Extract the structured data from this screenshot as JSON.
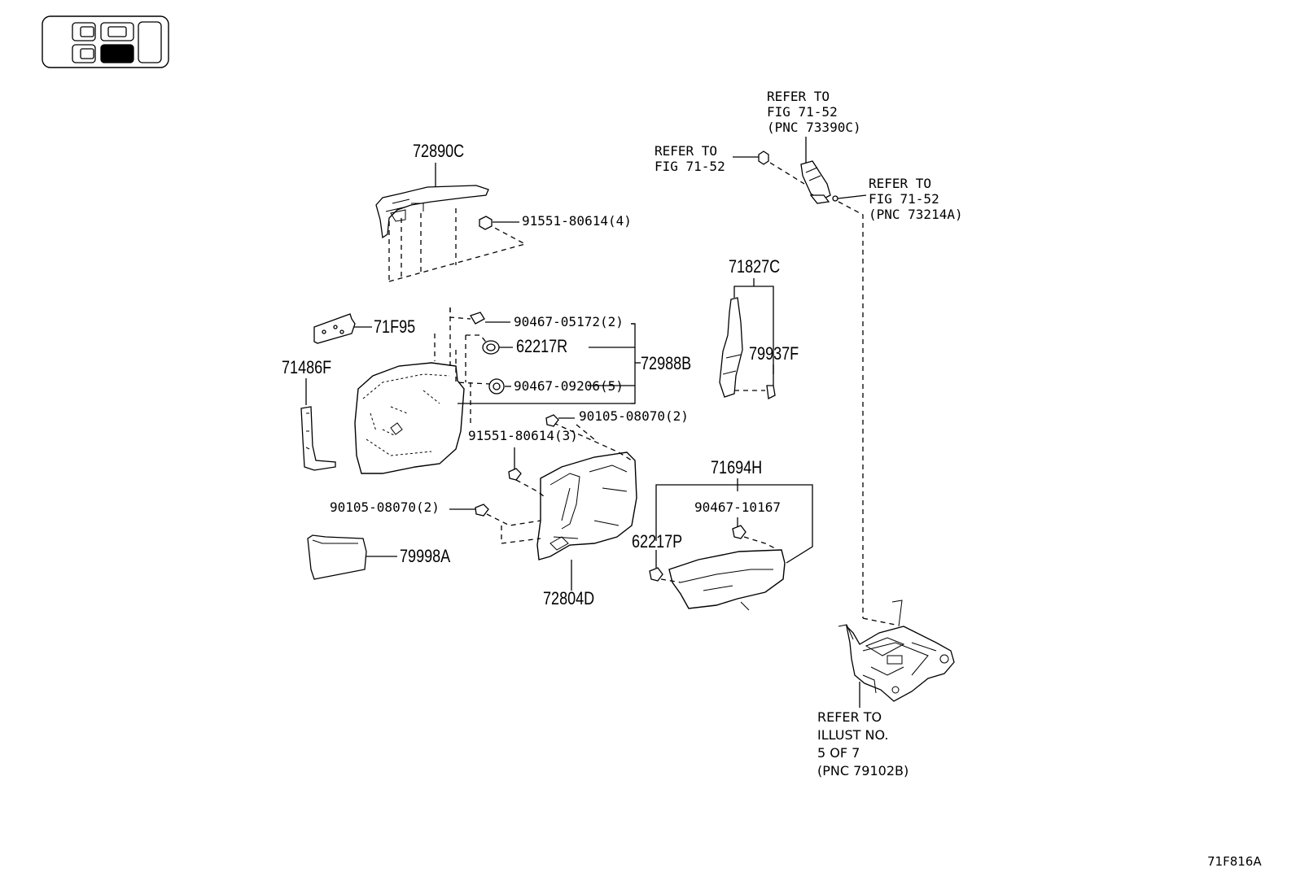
{
  "labels": {
    "p72890C": "72890C",
    "p91551_4": "91551-80614(4)",
    "p71F95": "71F95",
    "p71486F": "71486F",
    "p90467_05172": "90467-05172(2)",
    "p62217R": "62217R",
    "p72988B": "72988B",
    "p90467_09206": "90467-09206(5)",
    "p90105_top": "90105-08070(2)",
    "p91551_3": "91551-80614(3)",
    "p90105_left": "90105-08070(2)",
    "p79998A": "79998A",
    "p72804D": "72804D",
    "p71827C": "71827C",
    "p79937F": "79937F",
    "p71694H": "71694H",
    "p90467_10167": "90467-10167",
    "p62217P": "62217P"
  },
  "refs": {
    "top": [
      "REFER TO",
      "FIG 71-52",
      "(PNC 73390C)"
    ],
    "left": [
      "REFER TO",
      "FIG 71-52"
    ],
    "right": [
      "REFER TO",
      "FIG 71-52",
      "(PNC 73214A)"
    ],
    "bottom": [
      "REFER TO",
      "ILLUST NO.",
      "5 OF 7",
      "(PNC 79102B)"
    ]
  },
  "figure_code": "71F816A",
  "icons": {
    "locator": "vehicle-seat-locator-icon"
  }
}
